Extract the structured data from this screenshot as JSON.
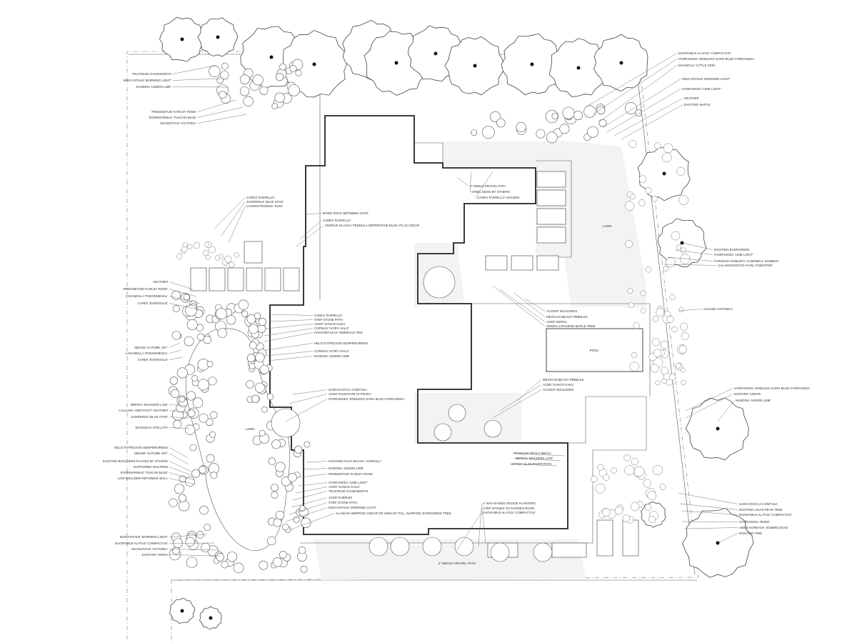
{
  "labels_left": [
    "TEUCRIUM CHAMAEDRYS",
    "MISCANTHUS 'MORNING LIGHT'",
    "NANDINA 'LEMON LIME'",
    "PENNISETUM 'KARLEY ROSE'",
    "ROSEMARINUS 'TUSCAN BLUE'",
    "CEANOTHUS 'VICTORIA'",
    "HEATHER",
    "PENNISETUM 'KARLEY ROSE'",
    "LAVANDULA 'PHENOMENAL'",
    "CAREX 'EVERGOLD'",
    "SEDUM 'AUTUMN JOY'",
    "LAVANDULA 'PHENOMENAL'",
    "CAREX 'EVERGOLD'",
    "NEPETA 'WALKERS LOW'",
    "CALLUNA 'AMETHYST' HEATHER",
    "JUNIPERUS 'BLUE STAR'",
    "MAGNOLIA STELLATA",
    "HELICTOTRICHON SEMPERVIRENS",
    "SEDUM 'AUTUMN JOY'",
    "EXISTING BOULDERS PLACED BY OTHERS",
    "EUPHORBIA WULFENII",
    "ROSEMARINUS 'TUSCAN BLUE'",
    "LOW BOULDER RETAINING WALL",
    "MISCANTHUS 'MORNING LIGHT'",
    "EUONYMUS ALATUS 'COMPACTUS'",
    "CEANOTHUS 'VICTORIA'",
    "EXISTING TREES"
  ],
  "labels_center": [
    "CAREX 'EVERILLO'",
    "JUNIPERUS 'BLUE STAR'",
    "LAGERSTROEMIA 'ZUNI'",
    "RIVER ROCK BETWEEN GAPS",
    "CAREX 'EVERILLO'",
    "CEDRUS GLAUCA PENDULA SERPENTINE BLUE ATLAS CEDAR",
    "CAREX 'EVERILLO'",
    "STEP STONE PATH",
    "ACER 'SANGO KAKU'",
    "CORNUS 'IVORY HALO'",
    "HAKONECHLOA 'EMERALD' OKE",
    "HELICTOTRICHON SEMPERVIRENS",
    "CORNUS 'IVORY HALO'",
    "NANDINA 'LEMON LIME'",
    "SARCOCOCCA CONFUSA",
    "ACER PALMATUM 'KATSURA'",
    "HYDRANGEA 'ENDLESS' DARK BLUE HYDRANGEA",
    "HAKONECHLOA MACRA 'AUREOLA'",
    "NANDINA 'LEMON LIME'",
    "PENNISETUM 'KARLEY ROSE'",
    "HYDRANGEA 'LIME LIGHT'",
    "ACER 'SANGO KAKU'",
    "TEUCRIUM CHAMAEDRYS",
    "ACER RUBRUM",
    "STEP STONE PATH",
    "MISCANTHUS 'MORNING LIGHT'",
    "ALASKAN WEEPING CEDAR OR SIMILAR TALL, NARROW, EVERGREEN TREE",
    "2\" MINUS GRAVEL PATH",
    "STEEL EDGE BY OTHERS",
    "CAREX 'EVERILLO' GOLDEN",
    "ACCENT BOULDERS",
    "MEXICAN BEACH PEBBLES",
    "ACER SERRU",
    "GREEN JAPANESE MAPLE TREE",
    "MEXICAN BEACH PEBBLES",
    "ACER 'SANGO KAKU'",
    "ACCENT BOULDERS",
    "PANICUM 'HEAVY METAL'",
    "NEPETA 'WALKERS LOW'",
    "24\"X24\" SLAB PAVER PATH",
    "4' WAY RAISED VEGGIE PLANTERS",
    "STEP STONES TO GARDEN DOOR",
    "EUONYMUS ALATUS 'COMPACTUS'"
  ],
  "labels_right": [
    "EUONYMUS ALATUS 'COMPACTUS'",
    "HYDRANGEA 'ENDLESS' DARK BLUE HYDRANGEA",
    "MAGNOLIA 'LITTLE GEM'",
    "MISCANTHUS 'MORNING LIGHT'",
    "HYDRANGEA 'LIME LIGHT'",
    "HEATHER",
    "EXISTING MAPLE",
    "EXISTING EVERGREEN",
    "HYDRANGEA 'LIME LIGHT'",
    "FARGESIA ROBUSTA 'CAMPBELL' BAMBOO",
    "CALAMAGROSTIS 'KARL FOERSTER'",
    "AUCUBA JAPONICA",
    "HYDRANGEA 'ENDLESS' DARK BLUE HYDRANGEA",
    "EXISTING CEDAR",
    "NANDINA 'LEMON LIME'",
    "SARCOCOCCA CONFUSA",
    "EXISTING ASIAN PEAR TREE",
    "EUONYMUS ALATUS 'COMPACTUS'",
    "HYDRANGEA 'BOBO'",
    "ABIES KOREANA 'SILBERLOCKE'",
    "EXISTING PINE"
  ],
  "area_labels": {
    "lawn_top": "LAWN",
    "pool": "POOL",
    "lawn_left": "LAWN",
    "gravel_path_bottom": "2\" MINUS GRAVEL PATH"
  }
}
